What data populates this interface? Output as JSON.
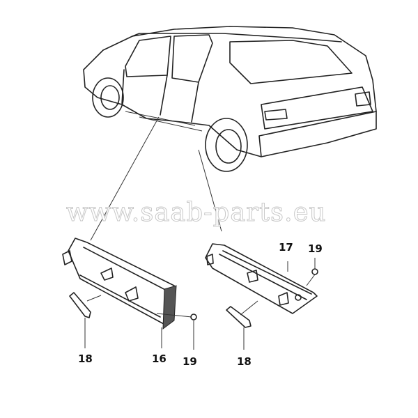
{
  "watermark": "www.saab-parts.eu",
  "callouts": [
    {
      "id": "label-18-left",
      "text": "18"
    },
    {
      "id": "label-16",
      "text": "16"
    },
    {
      "id": "label-19-left",
      "text": "19"
    },
    {
      "id": "label-17",
      "text": "17"
    },
    {
      "id": "label-19-right",
      "text": "19"
    },
    {
      "id": "label-18-right",
      "text": "18"
    }
  ]
}
